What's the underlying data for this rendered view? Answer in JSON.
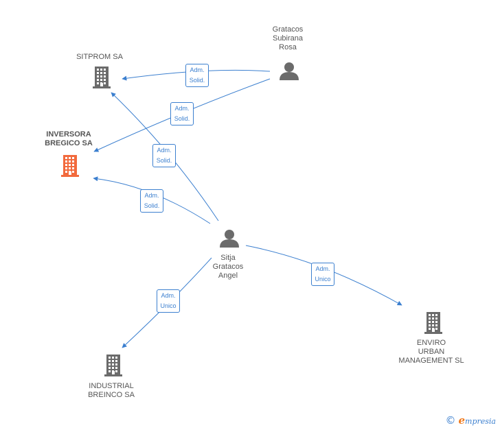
{
  "nodes": [
    {
      "id": "gratacos",
      "type": "person",
      "label": "Gratacos\nSubirana\nRosa",
      "highlight": false
    },
    {
      "id": "sitprom",
      "type": "company",
      "label": "SITPROM SA",
      "highlight": false
    },
    {
      "id": "inversora",
      "type": "company",
      "label": "INVERSORA\nBREGICO SA",
      "highlight": true
    },
    {
      "id": "sitja",
      "type": "person",
      "label": "Sitja\nGratacos\nAngel",
      "highlight": false
    },
    {
      "id": "industrial",
      "type": "company",
      "label": "INDUSTRIAL\nBREINCO SA",
      "highlight": false
    },
    {
      "id": "enviro",
      "type": "company",
      "label": "ENVIRO\nURBAN\nMANAGEMENT SL",
      "highlight": false
    }
  ],
  "edges": [
    {
      "from": "gratacos",
      "to": "sitprom",
      "label": "Adm.\nSolid."
    },
    {
      "from": "gratacos",
      "to": "inversora",
      "label": "Adm.\nSolid."
    },
    {
      "from": "sitja",
      "to": "sitprom",
      "label": "Adm.\nSolid."
    },
    {
      "from": "sitja",
      "to": "inversora",
      "label": "Adm.\nSolid."
    },
    {
      "from": "sitja",
      "to": "industrial",
      "label": "Adm.\nUnico"
    },
    {
      "from": "sitja",
      "to": "enviro",
      "label": "Adm.\nUnico"
    }
  ],
  "colors": {
    "edge": "#3b7fcf",
    "icon": "#6b6b6b",
    "highlight": "#f26a3d"
  },
  "footer": {
    "copyright": "©",
    "brand_initial": "e",
    "brand_rest": "mpresia"
  }
}
